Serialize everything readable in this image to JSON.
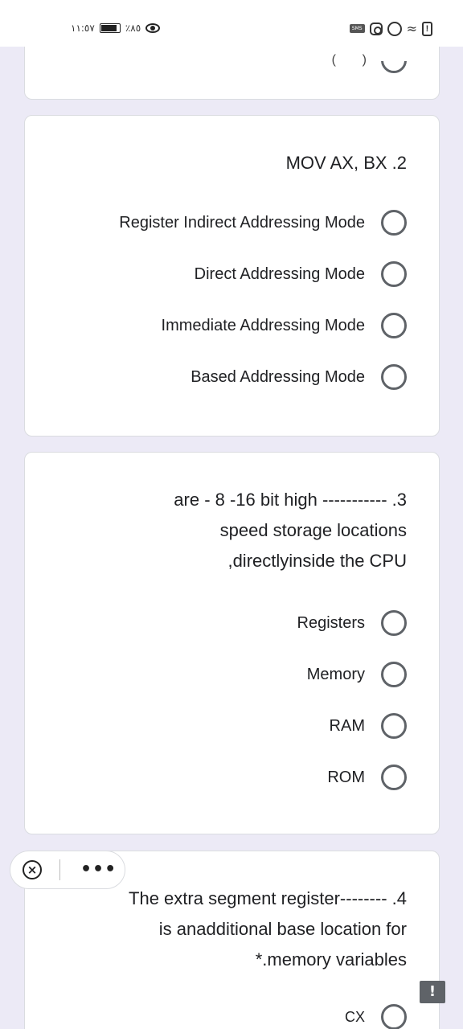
{
  "status_bar": {
    "time": "١١:٥٧",
    "battery_percent": "٪٨٥"
  },
  "questions": [
    {
      "title": "MOV AX, BX .2",
      "options": [
        "Register Indirect Addressing Mode",
        "Direct Addressing Mode",
        "Immediate Addressing Mode",
        "Based Addressing Mode"
      ]
    },
    {
      "title_lines": [
        "are - 8 -16 bit high ----------- .3",
        "speed storage locations",
        ",directlyinside the CPU"
      ],
      "options": [
        "Registers",
        "Memory",
        "RAM",
        "ROM"
      ]
    },
    {
      "title_lines": [
        "The extra segment register-------- .4",
        "is anadditional base location for",
        "*.memory variables"
      ],
      "options": [
        "CX"
      ]
    }
  ],
  "float_bar": {
    "more": "•••"
  },
  "report": {
    "label": "!"
  }
}
